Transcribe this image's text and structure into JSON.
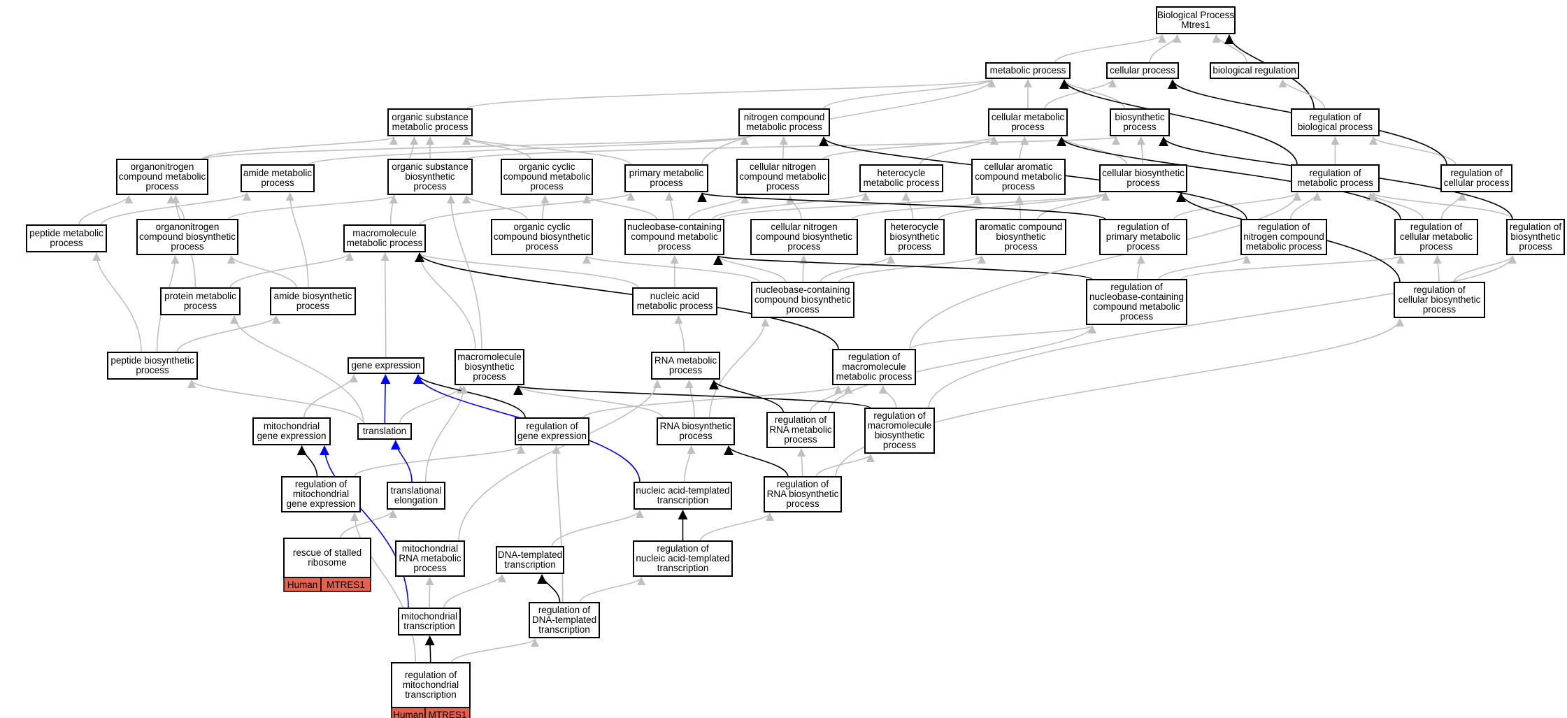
{
  "colors": {
    "edge_is_a": "#bfbfbf",
    "edge_regulates": "#000000",
    "edge_part_of": "#0000ff",
    "annotation_fill": "#e8604a"
  },
  "nodes": [
    {
      "id": "root",
      "lines": [
        "Biological Process",
        "Mtres1"
      ]
    },
    {
      "id": "metabolic",
      "lines": [
        "metabolic process"
      ]
    },
    {
      "id": "cellular",
      "lines": [
        "cellular process"
      ]
    },
    {
      "id": "bioreg",
      "lines": [
        "biological regulation"
      ]
    },
    {
      "id": "orgsubmet",
      "lines": [
        "organic substance",
        "metabolic process"
      ]
    },
    {
      "id": "nitcompmet",
      "lines": [
        "nitrogen compound",
        "metabolic process"
      ]
    },
    {
      "id": "cellmet",
      "lines": [
        "cellular metabolic",
        "process"
      ]
    },
    {
      "id": "biosyn",
      "lines": [
        "biosynthetic",
        "process"
      ]
    },
    {
      "id": "regbioproc",
      "lines": [
        "regulation of",
        "biological process"
      ]
    },
    {
      "id": "organonitmet",
      "lines": [
        "organonitrogen",
        "compound metabolic",
        "process"
      ]
    },
    {
      "id": "amidemet",
      "lines": [
        "amide metabolic",
        "process"
      ]
    },
    {
      "id": "orgsubbiosyn",
      "lines": [
        "organic substance",
        "biosynthetic",
        "process"
      ]
    },
    {
      "id": "orgcycmet",
      "lines": [
        "organic cyclic",
        "compound metabolic",
        "process"
      ]
    },
    {
      "id": "primmet",
      "lines": [
        "primary metabolic",
        "process"
      ]
    },
    {
      "id": "cellnitmet",
      "lines": [
        "cellular nitrogen",
        "compound metabolic",
        "process"
      ]
    },
    {
      "id": "heteromet",
      "lines": [
        "heterocycle",
        "metabolic process"
      ]
    },
    {
      "id": "cellaromet",
      "lines": [
        "cellular aromatic",
        "compound metabolic",
        "process"
      ]
    },
    {
      "id": "cellbiosyn",
      "lines": [
        "cellular biosynthetic",
        "process"
      ]
    },
    {
      "id": "regmet",
      "lines": [
        "regulation of",
        "metabolic process"
      ]
    },
    {
      "id": "regcell",
      "lines": [
        "regulation of",
        "cellular process"
      ]
    },
    {
      "id": "peptmet",
      "lines": [
        "peptide metabolic",
        "process"
      ]
    },
    {
      "id": "organonitbiosyn",
      "lines": [
        "organonitrogen",
        "compound biosynthetic",
        "process"
      ]
    },
    {
      "id": "macromet",
      "lines": [
        "macromolecule",
        "metabolic process"
      ]
    },
    {
      "id": "orgcycbiosyn",
      "lines": [
        "organic cyclic",
        "compound biosynthetic",
        "process"
      ]
    },
    {
      "id": "nucbasemet",
      "lines": [
        "nucleobase-containing",
        "compound metabolic",
        "process"
      ]
    },
    {
      "id": "cellnitbiosyn",
      "lines": [
        "cellular nitrogen",
        "compound biosynthetic",
        "process"
      ]
    },
    {
      "id": "heterobiosyn",
      "lines": [
        "heterocycle",
        "biosynthetic",
        "process"
      ]
    },
    {
      "id": "arobiosyn",
      "lines": [
        "aromatic compound",
        "biosynthetic",
        "process"
      ]
    },
    {
      "id": "regprimmet",
      "lines": [
        "regulation of",
        "primary metabolic",
        "process"
      ]
    },
    {
      "id": "regnitmet",
      "lines": [
        "regulation of",
        "nitrogen compound",
        "metabolic process"
      ]
    },
    {
      "id": "regcellmet",
      "lines": [
        "regulation of",
        "cellular metabolic",
        "process"
      ]
    },
    {
      "id": "regbiosyn",
      "lines": [
        "regulation of",
        "biosynthetic",
        "process"
      ]
    },
    {
      "id": "protmet",
      "lines": [
        "protein metabolic",
        "process"
      ]
    },
    {
      "id": "amidebiosyn",
      "lines": [
        "amide biosynthetic",
        "process"
      ]
    },
    {
      "id": "nucacidmet",
      "lines": [
        "nucleic acid",
        "metabolic process"
      ]
    },
    {
      "id": "nucbasebiosyn",
      "lines": [
        "nucleobase-containing",
        "compound biosynthetic",
        "process"
      ]
    },
    {
      "id": "regnucbasemet",
      "lines": [
        "regulation of",
        "nucleobase-containing",
        "compound metabolic",
        "process"
      ]
    },
    {
      "id": "regcellbiosyn",
      "lines": [
        "regulation of",
        "cellular biosynthetic",
        "process"
      ]
    },
    {
      "id": "peptbiosyn",
      "lines": [
        "peptide biosynthetic",
        "process"
      ]
    },
    {
      "id": "geneexpr",
      "lines": [
        "gene expression"
      ]
    },
    {
      "id": "macrobiosyn",
      "lines": [
        "macromolecule",
        "biosynthetic",
        "process"
      ]
    },
    {
      "id": "rnamet",
      "lines": [
        "RNA metabolic",
        "process"
      ]
    },
    {
      "id": "regmacromet",
      "lines": [
        "regulation of",
        "macromolecule",
        "metabolic process"
      ]
    },
    {
      "id": "mitogeneexpr",
      "lines": [
        "mitochondrial",
        "gene expression"
      ]
    },
    {
      "id": "translation",
      "lines": [
        "translation"
      ]
    },
    {
      "id": "reggeneexpr",
      "lines": [
        "regulation of",
        "gene expression"
      ]
    },
    {
      "id": "rnabiosyn",
      "lines": [
        "RNA biosynthetic",
        "process"
      ]
    },
    {
      "id": "regrnamet",
      "lines": [
        "regulation of",
        "RNA metabolic",
        "process"
      ]
    },
    {
      "id": "regmacrobiosyn",
      "lines": [
        "regulation of",
        "macromolecule",
        "biosynthetic",
        "process"
      ]
    },
    {
      "id": "regmitogeneexpr",
      "lines": [
        "regulation of",
        "mitochondrial",
        "gene expression"
      ]
    },
    {
      "id": "translelong",
      "lines": [
        "translational",
        "elongation"
      ]
    },
    {
      "id": "nucacidtrans",
      "lines": [
        "nucleic acid-templated",
        "transcription"
      ]
    },
    {
      "id": "regrnabiosyn",
      "lines": [
        "regulation of",
        "RNA biosynthetic",
        "process"
      ]
    },
    {
      "id": "rescue",
      "lines": [
        "rescue of stalled",
        "ribosome"
      ],
      "annotation": [
        "Human",
        "MTRES1"
      ]
    },
    {
      "id": "mitornamet",
      "lines": [
        "mitochondrial",
        "RNA metabolic",
        "process"
      ]
    },
    {
      "id": "dnatrans",
      "lines": [
        "DNA-templated",
        "transcription"
      ]
    },
    {
      "id": "regnucacidtrans",
      "lines": [
        "regulation of",
        "nucleic acid-templated",
        "transcription"
      ]
    },
    {
      "id": "mitotrans",
      "lines": [
        "mitochondrial",
        "transcription"
      ]
    },
    {
      "id": "regdnatrans",
      "lines": [
        "regulation of",
        "DNA-templated",
        "transcription"
      ]
    },
    {
      "id": "regmitotrans",
      "lines": [
        "regulation of",
        "mitochondrial",
        "transcription"
      ],
      "annotation": [
        "Human",
        "MTRES1"
      ]
    }
  ],
  "edges": [
    [
      "metabolic",
      "root",
      "is_a"
    ],
    [
      "cellular",
      "root",
      "is_a"
    ],
    [
      "bioreg",
      "root",
      "is_a"
    ],
    [
      "regbioproc",
      "root",
      "regulates"
    ],
    [
      "orgsubmet",
      "metabolic",
      "is_a"
    ],
    [
      "nitcompmet",
      "metabolic",
      "is_a"
    ],
    [
      "cellmet",
      "metabolic",
      "is_a"
    ],
    [
      "cellmet",
      "cellular",
      "is_a"
    ],
    [
      "biosyn",
      "metabolic",
      "is_a"
    ],
    [
      "regbioproc",
      "bioreg",
      "is_a"
    ],
    [
      "primmet",
      "metabolic",
      "is_a"
    ],
    [
      "regmet",
      "regbioproc",
      "is_a"
    ],
    [
      "regmet",
      "metabolic",
      "regulates"
    ],
    [
      "regcell",
      "regbioproc",
      "is_a"
    ],
    [
      "regcell",
      "cellular",
      "regulates"
    ],
    [
      "organonitmet",
      "orgsubmet",
      "is_a"
    ],
    [
      "organonitmet",
      "nitcompmet",
      "is_a"
    ],
    [
      "amidemet",
      "nitcompmet",
      "is_a"
    ],
    [
      "orgsubbiosyn",
      "orgsubmet",
      "is_a"
    ],
    [
      "orgsubbiosyn",
      "biosyn",
      "is_a"
    ],
    [
      "orgcycmet",
      "orgsubmet",
      "is_a"
    ],
    [
      "primmet",
      "orgsubmet",
      "is_a"
    ],
    [
      "cellnitmet",
      "nitcompmet",
      "is_a"
    ],
    [
      "cellnitmet",
      "cellmet",
      "is_a"
    ],
    [
      "heteromet",
      "cellmet",
      "is_a"
    ],
    [
      "cellaromet",
      "cellmet",
      "is_a"
    ],
    [
      "cellbiosyn",
      "cellmet",
      "is_a"
    ],
    [
      "cellbiosyn",
      "biosyn",
      "is_a"
    ],
    [
      "peptmet",
      "organonitmet",
      "is_a"
    ],
    [
      "peptmet",
      "amidemet",
      "is_a"
    ],
    [
      "organonitbiosyn",
      "organonitmet",
      "is_a"
    ],
    [
      "organonitbiosyn",
      "orgsubbiosyn",
      "is_a"
    ],
    [
      "macromet",
      "orgsubmet",
      "is_a"
    ],
    [
      "macromet",
      "primmet",
      "is_a"
    ],
    [
      "orgcycbiosyn",
      "orgcycmet",
      "is_a"
    ],
    [
      "orgcycbiosyn",
      "orgsubbiosyn",
      "is_a"
    ],
    [
      "nucbasemet",
      "orgcycmet",
      "is_a"
    ],
    [
      "nucbasemet",
      "cellnitmet",
      "is_a"
    ],
    [
      "nucbasemet",
      "heteromet",
      "is_a"
    ],
    [
      "nucbasemet",
      "cellaromet",
      "is_a"
    ],
    [
      "nucbasemet",
      "primmet",
      "is_a"
    ],
    [
      "cellnitbiosyn",
      "cellnitmet",
      "is_a"
    ],
    [
      "cellnitbiosyn",
      "cellbiosyn",
      "is_a"
    ],
    [
      "heterobiosyn",
      "heteromet",
      "is_a"
    ],
    [
      "heterobiosyn",
      "cellbiosyn",
      "is_a"
    ],
    [
      "arobiosyn",
      "cellaromet",
      "is_a"
    ],
    [
      "arobiosyn",
      "cellbiosyn",
      "is_a"
    ],
    [
      "regprimmet",
      "regmet",
      "is_a"
    ],
    [
      "regprimmet",
      "primmet",
      "regulates"
    ],
    [
      "regnitmet",
      "regmet",
      "is_a"
    ],
    [
      "regnitmet",
      "nitcompmet",
      "regulates"
    ],
    [
      "regcellmet",
      "regmet",
      "is_a"
    ],
    [
      "regcellmet",
      "regcell",
      "is_a"
    ],
    [
      "regcellmet",
      "cellmet",
      "regulates"
    ],
    [
      "regbiosyn",
      "regmet",
      "is_a"
    ],
    [
      "regbiosyn",
      "biosyn",
      "regulates"
    ],
    [
      "protmet",
      "macromet",
      "is_a"
    ],
    [
      "protmet",
      "organonitmet",
      "is_a"
    ],
    [
      "amidebiosyn",
      "amidemet",
      "is_a"
    ],
    [
      "amidebiosyn",
      "organonitbiosyn",
      "is_a"
    ],
    [
      "nucacidmet",
      "nucbasemet",
      "is_a"
    ],
    [
      "nucacidmet",
      "macromet",
      "is_a"
    ],
    [
      "nucbasebiosyn",
      "nucbasemet",
      "is_a"
    ],
    [
      "nucbasebiosyn",
      "orgcycbiosyn",
      "is_a"
    ],
    [
      "nucbasebiosyn",
      "cellnitbiosyn",
      "is_a"
    ],
    [
      "nucbasebiosyn",
      "heterobiosyn",
      "is_a"
    ],
    [
      "nucbasebiosyn",
      "arobiosyn",
      "is_a"
    ],
    [
      "regnucbasemet",
      "regprimmet",
      "is_a"
    ],
    [
      "regnucbasemet",
      "regnitmet",
      "is_a"
    ],
    [
      "regnucbasemet",
      "regcellmet",
      "is_a"
    ],
    [
      "regnucbasemet",
      "nucbasemet",
      "regulates"
    ],
    [
      "regcellbiosyn",
      "regcellmet",
      "is_a"
    ],
    [
      "regcellbiosyn",
      "regbiosyn",
      "is_a"
    ],
    [
      "regcellbiosyn",
      "cellbiosyn",
      "regulates"
    ],
    [
      "peptbiosyn",
      "peptmet",
      "is_a"
    ],
    [
      "peptbiosyn",
      "amidebiosyn",
      "is_a"
    ],
    [
      "peptbiosyn",
      "organonitbiosyn",
      "is_a"
    ],
    [
      "geneexpr",
      "macromet",
      "is_a"
    ],
    [
      "macrobiosyn",
      "macromet",
      "is_a"
    ],
    [
      "macrobiosyn",
      "orgsubbiosyn",
      "is_a"
    ],
    [
      "rnamet",
      "nucacidmet",
      "is_a"
    ],
    [
      "regmacromet",
      "regmet",
      "is_a"
    ],
    [
      "regmacromet",
      "macromet",
      "regulates"
    ],
    [
      "regmacromet",
      "regnucbasemet",
      "is_a"
    ],
    [
      "mitogeneexpr",
      "geneexpr",
      "is_a"
    ],
    [
      "translation",
      "geneexpr",
      "part_of"
    ],
    [
      "translation",
      "protmet",
      "is_a"
    ],
    [
      "translation",
      "peptbiosyn",
      "is_a"
    ],
    [
      "translation",
      "macrobiosyn",
      "is_a"
    ],
    [
      "reggeneexpr",
      "geneexpr",
      "regulates"
    ],
    [
      "reggeneexpr",
      "regmacromet",
      "is_a"
    ],
    [
      "rnabiosyn",
      "rnamet",
      "is_a"
    ],
    [
      "rnabiosyn",
      "nucbasebiosyn",
      "is_a"
    ],
    [
      "rnabiosyn",
      "macrobiosyn",
      "is_a"
    ],
    [
      "regrnamet",
      "rnamet",
      "regulates"
    ],
    [
      "regrnamet",
      "regmacromet",
      "is_a"
    ],
    [
      "regrnamet",
      "regnucbasemet",
      "is_a"
    ],
    [
      "regmacrobiosyn",
      "regmacromet",
      "is_a"
    ],
    [
      "regmacrobiosyn",
      "macrobiosyn",
      "regulates"
    ],
    [
      "regmacrobiosyn",
      "regbiosyn",
      "is_a"
    ],
    [
      "regmitogeneexpr",
      "mitogeneexpr",
      "regulates"
    ],
    [
      "regmitogeneexpr",
      "reggeneexpr",
      "is_a"
    ],
    [
      "translelong",
      "translation",
      "part_of"
    ],
    [
      "translelong",
      "macrobiosyn",
      "is_a"
    ],
    [
      "nucacidtrans",
      "geneexpr",
      "part_of"
    ],
    [
      "nucacidtrans",
      "rnabiosyn",
      "is_a"
    ],
    [
      "regrnabiosyn",
      "rnabiosyn",
      "regulates"
    ],
    [
      "regrnabiosyn",
      "regrnamet",
      "is_a"
    ],
    [
      "regrnabiosyn",
      "regmacrobiosyn",
      "is_a"
    ],
    [
      "regrnabiosyn",
      "regcellbiosyn",
      "is_a"
    ],
    [
      "rescue",
      "translelong",
      "is_a"
    ],
    [
      "mitornamet",
      "rnamet",
      "is_a"
    ],
    [
      "dnatrans",
      "nucacidtrans",
      "is_a"
    ],
    [
      "regnucacidtrans",
      "nucacidtrans",
      "regulates"
    ],
    [
      "regnucacidtrans",
      "regrnabiosyn",
      "is_a"
    ],
    [
      "mitotrans",
      "mitogeneexpr",
      "part_of"
    ],
    [
      "mitotrans",
      "dnatrans",
      "is_a"
    ],
    [
      "mitotrans",
      "mitornamet",
      "is_a"
    ],
    [
      "regdnatrans",
      "dnatrans",
      "regulates"
    ],
    [
      "regdnatrans",
      "regnucacidtrans",
      "is_a"
    ],
    [
      "regdnatrans",
      "reggeneexpr",
      "is_a"
    ],
    [
      "regmitotrans",
      "mitotrans",
      "regulates"
    ],
    [
      "regmitotrans",
      "regdnatrans",
      "is_a"
    ],
    [
      "regmitotrans",
      "regmitogeneexpr",
      "is_a"
    ]
  ]
}
